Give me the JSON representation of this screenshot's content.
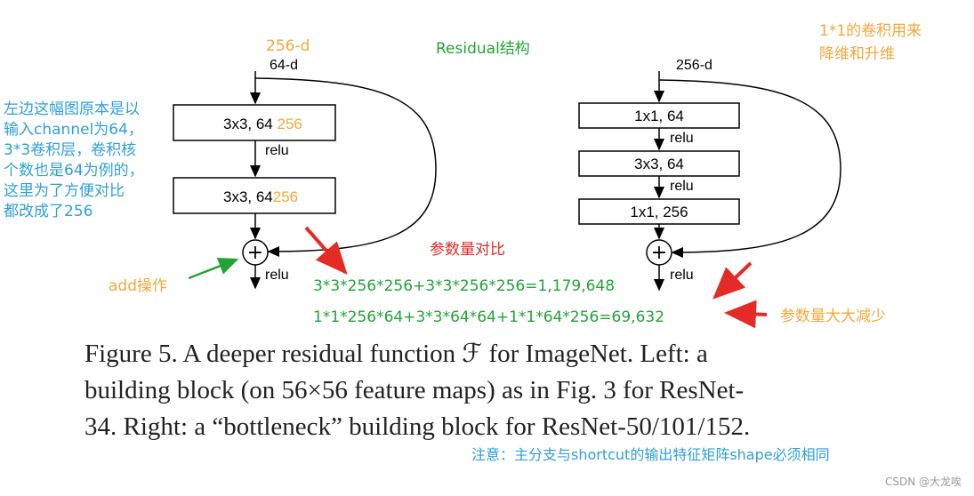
{
  "top_labels": {
    "left_input_orange": "256-d",
    "left_input": "64-d",
    "title": "Residual结构",
    "right_input": "256-d",
    "top_right_note_line1": "1*1的卷积用来",
    "top_right_note_line2": "降维和升维"
  },
  "left_block": {
    "box1_prefix": "3x3, 64 ",
    "box1_suffix": "256",
    "box2_prefix": "3x3, 64",
    "box2_suffix": "256",
    "relu1": "relu",
    "relu2": "relu",
    "add_label": "add操作"
  },
  "right_block": {
    "box1": "1x1, 64",
    "box2": "3x3, 64",
    "box3": "1x1, 256",
    "relu1": "relu",
    "relu2": "relu",
    "relu3": "relu"
  },
  "left_note_lines": [
    "左边这幅图原本是以",
    "输入channel为64，",
    "3*3卷积层，卷积核",
    "个数也是64为例的，",
    "这里为了方便对比",
    "都改成了256"
  ],
  "params": {
    "heading": "参数量对比",
    "formula1": "3*3*256*256+3*3*256*256=1,179,648",
    "formula2": "1*1*256*64+3*3*64*64+1*1*64*256=69,632",
    "reduction_note": "参数量大大减少"
  },
  "caption_lines": [
    "Figure 5. A deeper residual function ℱ for ImageNet.  Left: a",
    "building block (on 56×56 feature maps) as in Fig. 3 for ResNet-",
    "34. Right: a “bottleneck” building block for ResNet-50/101/152."
  ],
  "bottom_note": "注意：主分支与shortcut的输出特征矩阵shape必须相同",
  "watermark": "CSDN @大龙唉",
  "colors": {
    "orange": "#f3a73b",
    "green": "#22a336",
    "red": "#e52b25",
    "blue": "#2e9fd8"
  }
}
